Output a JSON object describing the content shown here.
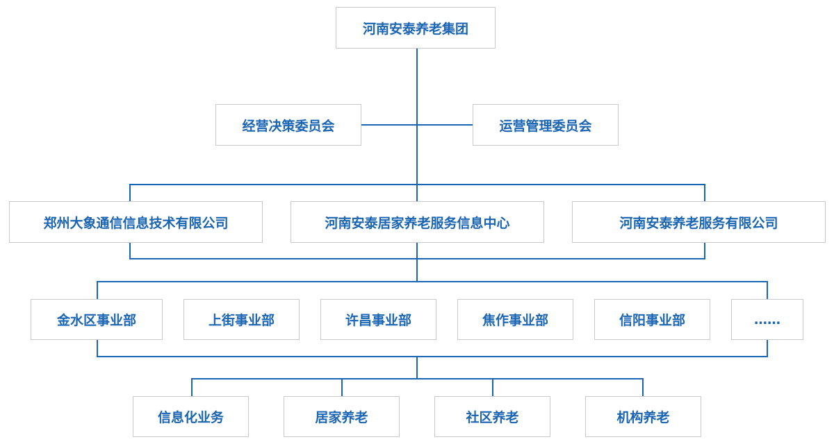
{
  "colors": {
    "text": "#1a64b4",
    "line": "#1a64b4",
    "border": "#c9c9c9",
    "background": "#ffffff"
  },
  "root": {
    "label": "河南安泰养老集团"
  },
  "committees": {
    "left": {
      "label": "经营决策委员会"
    },
    "right": {
      "label": "运营管理委员会"
    }
  },
  "companies": [
    {
      "label": "郑州大象通信信息技术有限公司"
    },
    {
      "label": "河南安泰居家养老服务信息中心"
    },
    {
      "label": "河南安泰养老服务有限公司"
    }
  ],
  "divisions": [
    {
      "label": "金水区事业部"
    },
    {
      "label": "上街事业部"
    },
    {
      "label": "许昌事业部"
    },
    {
      "label": "焦作事业部"
    },
    {
      "label": "信阳事业部"
    },
    {
      "label": "……"
    }
  ],
  "services": [
    {
      "label": "信息化业务"
    },
    {
      "label": "居家养老"
    },
    {
      "label": "社区养老"
    },
    {
      "label": "机构养老"
    }
  ]
}
